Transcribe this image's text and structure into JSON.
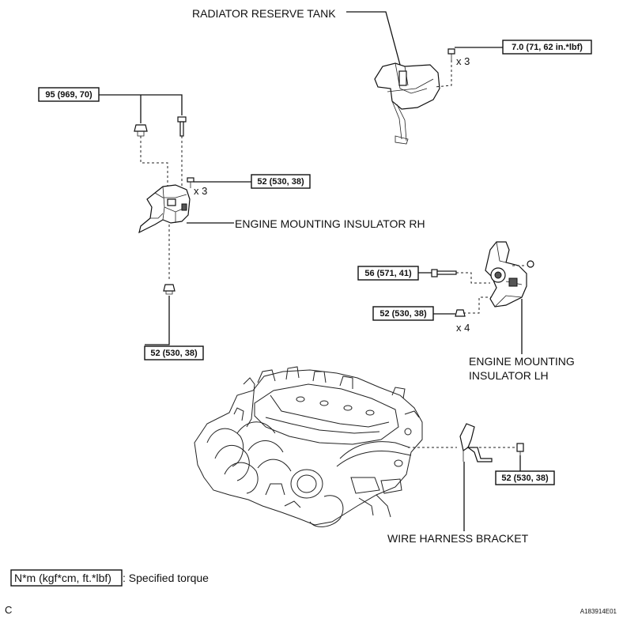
{
  "labels": {
    "radiator_reserve_tank": "RADIATOR RESERVE TANK",
    "engine_mounting_insulator_rh": "ENGINE MOUNTING INSULATOR RH",
    "engine_mounting_insulator_lh_line1": "ENGINE MOUNTING",
    "engine_mounting_insulator_lh_line2": "INSULATOR LH",
    "wire_harness_bracket": "WIRE HARNESS BRACKET"
  },
  "torques": {
    "tank_bolt": "7.0 (71, 62 in.*lbf)",
    "rh_upper": "95 (969, 70)",
    "rh_mid": "52 (530, 38)",
    "rh_lower": "52 (530, 38)",
    "lh_bolt": "56 (571, 41)",
    "lh_nut": "52 (530, 38)",
    "bracket_bolt": "52 (530, 38)"
  },
  "quantities": {
    "tank_bolts": "x 3",
    "rh_bolts": "x 3",
    "lh_nuts": "x 4"
  },
  "legend": {
    "unit_box": "N*m (kgf*cm, ft.*lbf)",
    "description": ": Specified torque"
  },
  "footer": {
    "left_letter": "C",
    "figure_id": "A183914E01"
  }
}
